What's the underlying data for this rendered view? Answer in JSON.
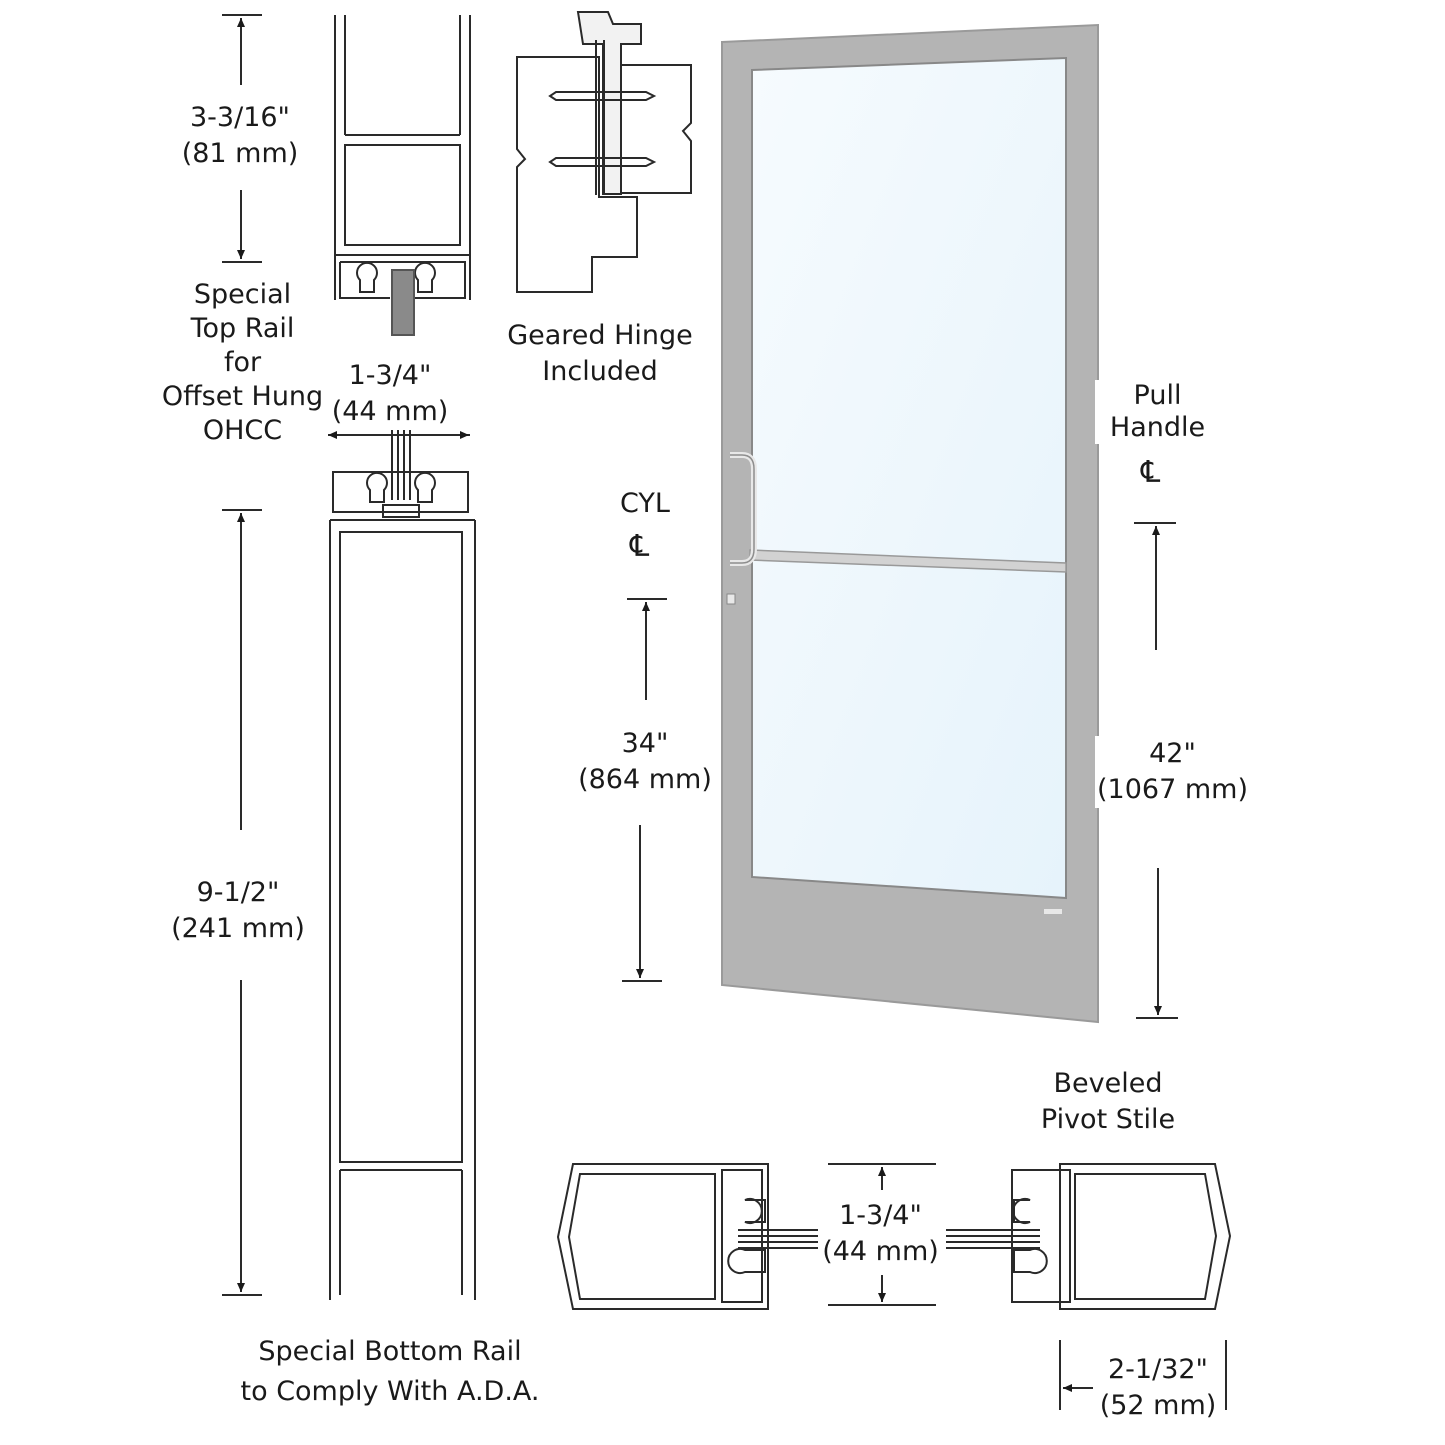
{
  "top_rail": {
    "dim_in": "3-3/16\"",
    "dim_mm": "(81 mm)",
    "caption": [
      "Special",
      "Top Rail",
      "for",
      "Offset Hung",
      "OHCC"
    ]
  },
  "hinge": {
    "caption": [
      "Geared Hinge",
      "Included"
    ]
  },
  "rail_depth": {
    "dim_in": "1-3/4\"",
    "dim_mm": "(44 mm)"
  },
  "bottom_rail": {
    "dim_in": "9-1/2\"",
    "dim_mm": "(241 mm)",
    "caption": [
      "Special Bottom Rail",
      "to Comply With A.D.A."
    ]
  },
  "cylinder": {
    "label": "CYL",
    "centerline_symbol": "℄",
    "dim_in": "34\"",
    "dim_mm": "(864 mm)"
  },
  "pull_handle": {
    "label": [
      "Pull",
      "Handle"
    ],
    "centerline_symbol": "℄",
    "dim_in": "42\"",
    "dim_mm": "(1067 mm)"
  },
  "pivot_stile": {
    "caption": [
      "Beveled",
      "Pivot Stile"
    ],
    "depth_in": "1-3/4\"",
    "depth_mm": "(44 mm)",
    "width_in": "2-1/32\"",
    "width_mm": "(52 mm)"
  },
  "colors": {
    "door_frame": "#b4b4b4",
    "glass": "#eef7fc",
    "line": "#2a2a2a"
  }
}
